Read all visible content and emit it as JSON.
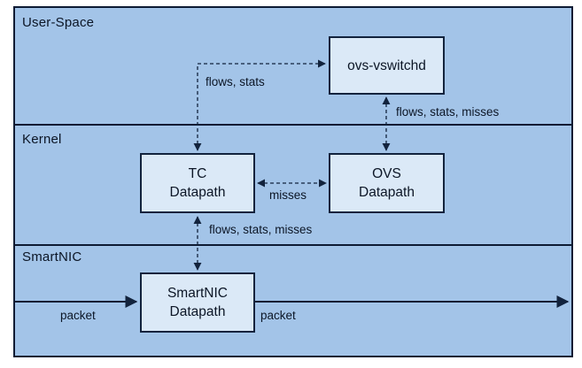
{
  "diagram": {
    "colors": {
      "page_background": "#ffffff",
      "diagram_background": "#a3c4e8",
      "node_fill": "#dbe9f7",
      "line_and_border": "#0d1b33",
      "text": "#0c1626"
    },
    "sections": [
      {
        "id": "user-space",
        "label": "User-Space"
      },
      {
        "id": "kernel",
        "label": "Kernel"
      },
      {
        "id": "smartnic",
        "label": "SmartNIC"
      }
    ],
    "nodes": [
      {
        "id": "ovs-vswitchd",
        "label": "ovs-vswitchd",
        "section": "user-space"
      },
      {
        "id": "tc-datapath",
        "label": "TC\nDatapath",
        "section": "kernel"
      },
      {
        "id": "ovs-datapath",
        "label": "OVS\nDatapath",
        "section": "kernel"
      },
      {
        "id": "smartnic-datapath",
        "label": "SmartNIC\nDatapath",
        "section": "smartnic"
      }
    ],
    "edges": [
      {
        "id": "tc-vswitchd",
        "label": "flows, stats",
        "style": "dashed",
        "between": "tc-datapath <-> ovs-vswitchd"
      },
      {
        "id": "vswitchd-ovsdp",
        "label": "flows, stats, misses",
        "style": "dashed",
        "between": "ovs-vswitchd <-> ovs-datapath"
      },
      {
        "id": "tc-ovsdp",
        "label": "misses",
        "style": "dashed",
        "between": "tc-datapath <-> ovs-datapath"
      },
      {
        "id": "tc-smartnicdp",
        "label": "flows, stats, misses",
        "style": "dashed",
        "between": "tc-datapath <-> smartnic-datapath"
      },
      {
        "id": "packet-in",
        "label": "packet",
        "style": "solid",
        "between": "left-edge -> smartnic-datapath"
      },
      {
        "id": "packet-out",
        "label": "packet",
        "style": "solid",
        "between": "smartnic-datapath -> right-edge"
      }
    ]
  }
}
